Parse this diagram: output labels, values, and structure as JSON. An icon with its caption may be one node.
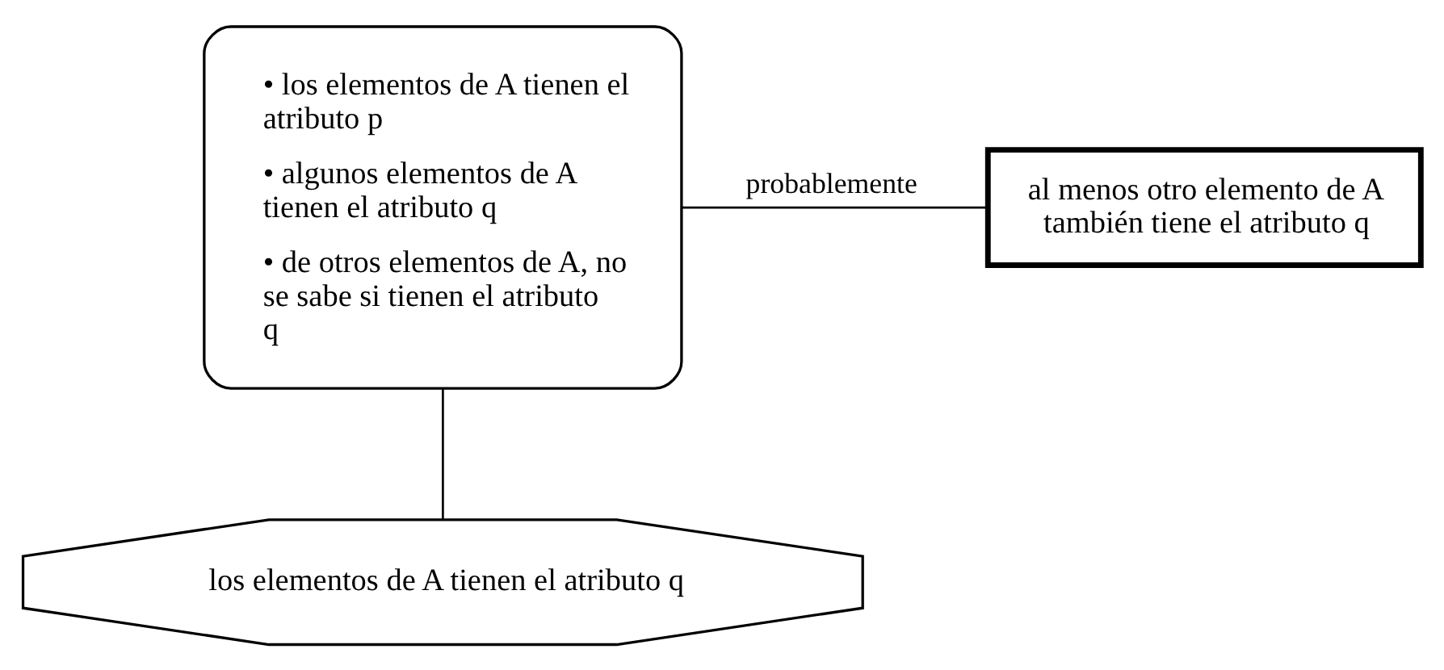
{
  "diagram": {
    "nodes": [
      {
        "text": [
          "• los elementos de A tienen el atributo p",
          "• algunos elementos de A tienen el atributo q",
          "• de otros elementos de A, no se sabe si tienen el atributo q"
        ]
      },
      {
        "text": [
          "al menos otro elemento de A también tiene el atributo q"
        ]
      },
      {
        "text": [
          "los elementos de A tienen el atributo q"
        ]
      }
    ],
    "edges": [
      {
        "from": 0,
        "to": 1,
        "arrow": "none",
        "label": "probablemente"
      },
      {
        "from": 0,
        "to": 2,
        "arrow": "none"
      }
    ]
  }
}
